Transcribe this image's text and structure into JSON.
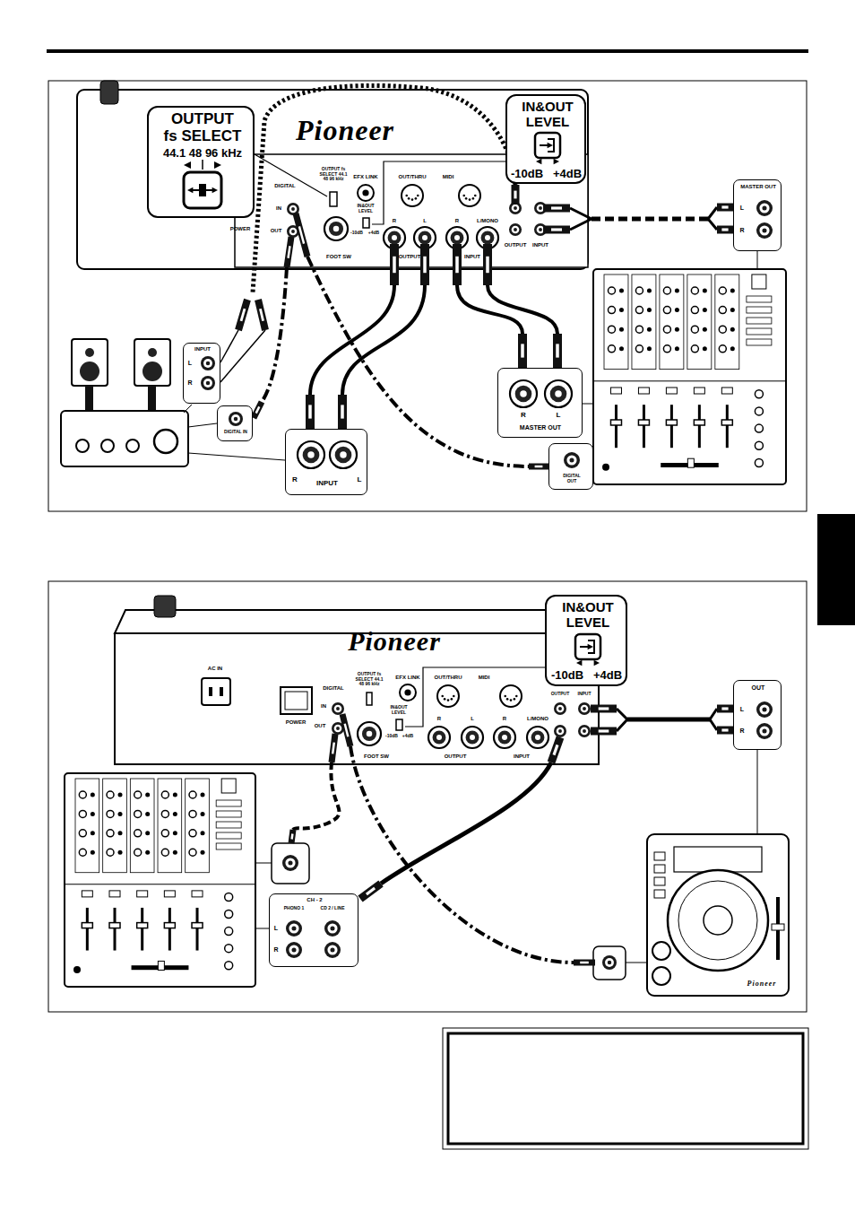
{
  "diagram": {
    "nodes": [
      {
        "text": [
          "OUTPUT",
          "fs SELECT",
          "44.1 48 96 kHz"
        ]
      },
      {
        "text": [
          "IN&OUT LEVEL",
          "-10dB",
          "+4dB"
        ]
      },
      {
        "text": [
          "MASTER OUT",
          "L",
          "R"
        ]
      },
      {
        "text": [
          "INPUT",
          "L",
          "R"
        ]
      },
      {
        "text": [
          "DIGITAL IN"
        ]
      },
      {
        "text": [
          "R",
          "INPUT",
          "L"
        ]
      },
      {
        "text": [
          "R",
          "L",
          "MASTER OUT"
        ]
      },
      {
        "text": [
          "DIGITAL OUT"
        ]
      },
      {
        "text": [
          "IN&OUT LEVEL",
          "-10dB",
          "+4dB"
        ]
      },
      {
        "text": [
          "OUT",
          "L",
          "R"
        ]
      },
      {
        "text": [
          "CH - 2",
          "PHONO 1",
          "CD 2 / LINE",
          "L",
          "R"
        ]
      }
    ],
    "labels": [
      "POWER",
      "DIGITAL",
      "IN",
      "OUT",
      "OUTPUT fs SELECT 44.1 48 96 kHz",
      "EFX LINK",
      "OUT/THRU",
      "MIDI",
      "IN&OUT LEVEL",
      "-10dB",
      "+4dB",
      "R",
      "L",
      "OUTPUT",
      "R",
      "L/MONO",
      "INPUT",
      "FOOT SW",
      "OUTPUT",
      "INPUT",
      "Pioneer",
      "AC IN",
      "POWER",
      "DIGITAL",
      "IN",
      "OUT",
      "OUTPUT fs SELECT 44.1 48 96 kHz",
      "EFX LINK",
      "OUT/THRU",
      "MIDI",
      "IN&OUT LEVEL",
      "-10dB",
      "+4dB",
      "R",
      "L",
      "R",
      "L/MONO",
      "FOOT SW",
      "OUTPUT",
      "INPUT",
      "OUTPUT",
      "INPUT",
      "Pioneer",
      "Pioneer"
    ]
  }
}
